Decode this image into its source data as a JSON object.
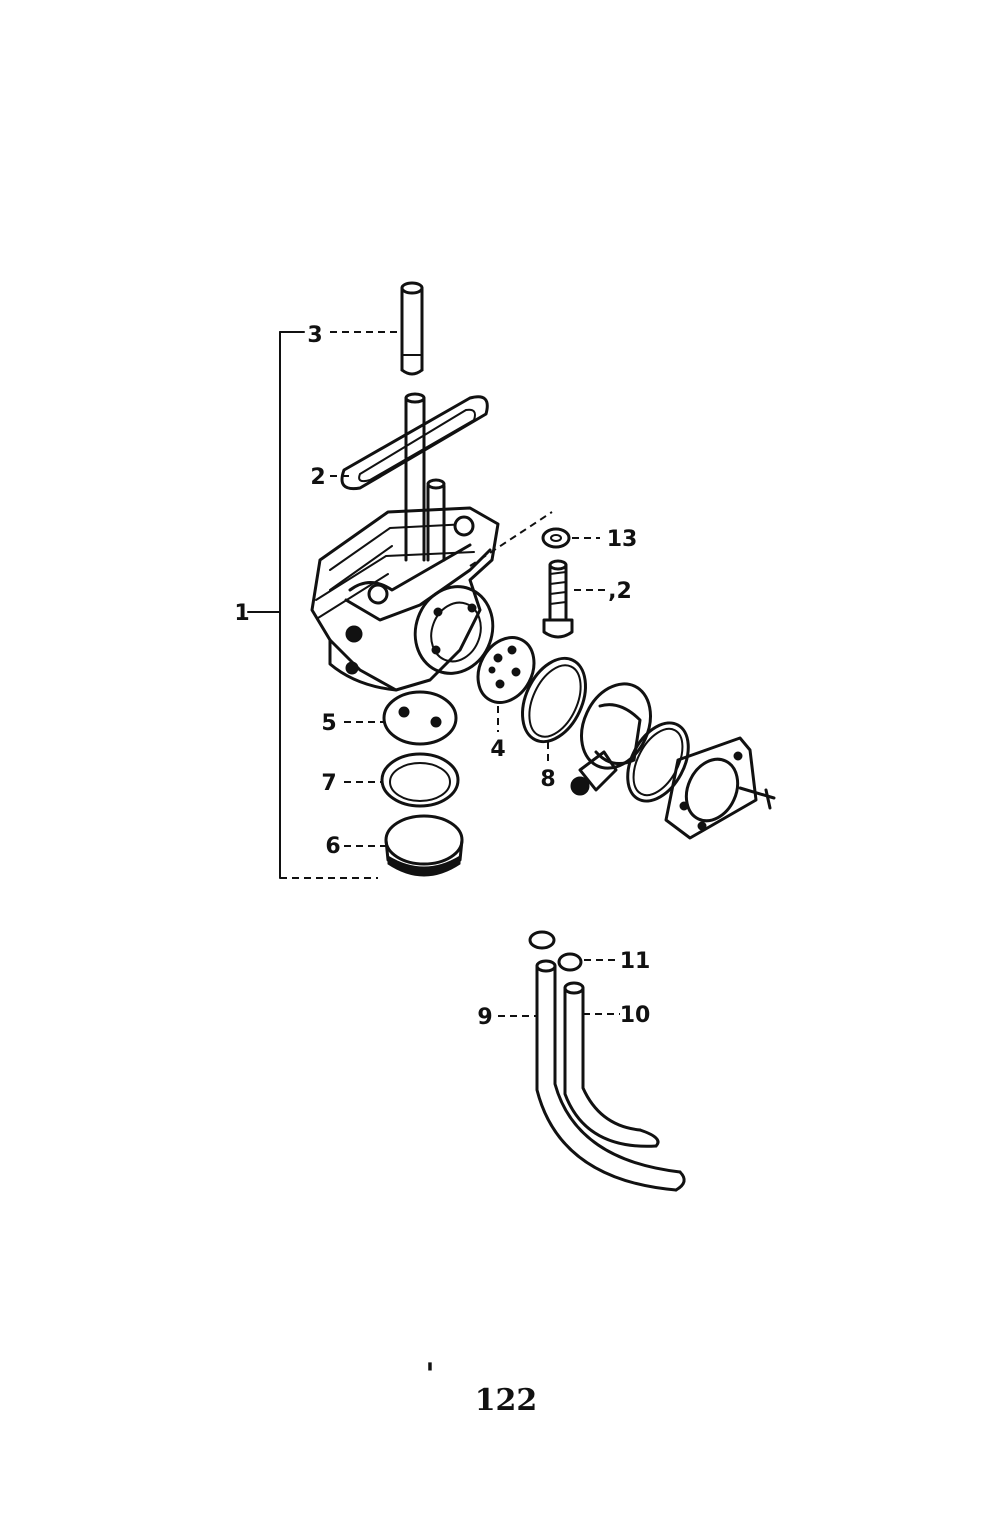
{
  "diagram": {
    "callouts": {
      "c1": "1",
      "c2a": "2",
      "c2b": ",2",
      "c3": "3",
      "c4": "4",
      "c5": "5",
      "c6": "6",
      "c7": "7",
      "c8": "8",
      "c9": "9",
      "c10": "10",
      "c11": "11",
      "c13": "13"
    },
    "page_number": "122",
    "page_mark": "'"
  }
}
